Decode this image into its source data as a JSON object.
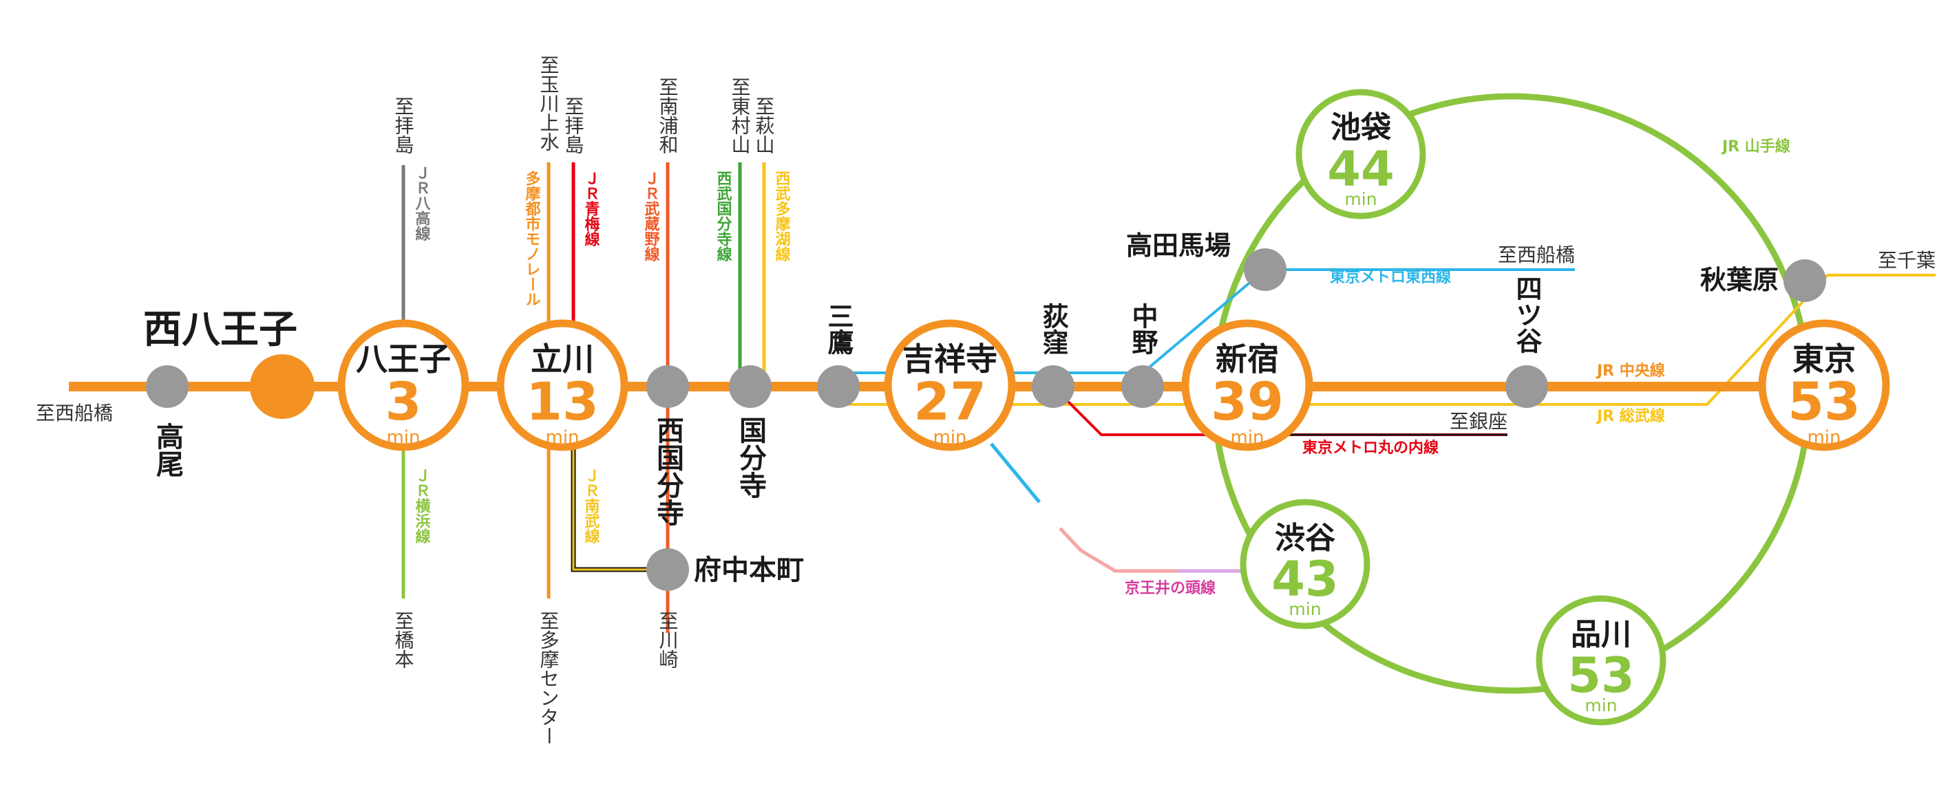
{
  "colors": {
    "chuo": "#F39222",
    "yamanote": "#8BC53F",
    "orange": "#F39222",
    "orange_text": "#E4761B",
    "gray": "#7A7A7A",
    "station_gray": "#999999",
    "ome": "#E60012",
    "musashino": "#F05A28",
    "nambu": "#F5C51A",
    "seibu_kokubunji": "#3FA535",
    "seibu_tamako": "#F7C519",
    "tozai": "#2CB6E9",
    "marunouchi": "#E60012",
    "sobu": "#F7C519",
    "inokashira": "#D63C9E",
    "yokohama": "#8BC53F",
    "hachiko": "#7A7A7A",
    "monorail": "#F39222"
  },
  "lines": {
    "chuo": "JR 中央線",
    "sobu": "JR 総武線",
    "yamanote": "JR 山手線",
    "tozai": "東京メトロ東西線",
    "marunouchi": "東京メトロ丸の内線",
    "inokashira": "京王井の頭線",
    "hachiko": "ＪＲ八高線",
    "yokohama": "ＪＲ横浜線",
    "monorail": "多摩都市モノレール",
    "ome": "ＪＲ青梅線",
    "nambu": "ＪＲ南武線",
    "musashino": "ＪＲ武蔵野線",
    "seibu_kokubunji": "西武国分寺線",
    "seibu_tamako": "西武多摩湖線"
  },
  "destinations": {
    "nishifunabashi_west": "至西船橋",
    "haijima_hachioji": "至拝島",
    "hashimoto": "至橋本",
    "tamagawajosui": "至玉川上水",
    "haijima_tachikawa": "至拝島",
    "tama_center": "至多摩センター",
    "minami_urawa": "至南浦和",
    "kawasaki": "至川崎",
    "higashimurayama": "至東村山",
    "hagiyama": "至萩山",
    "nishifunabashi_east": "至西船橋",
    "ginza": "至銀座",
    "chiba": "至千葉"
  },
  "unit": "min",
  "stations": {
    "nishihachioji": "西八王子",
    "takao": "高尾",
    "hachioji": {
      "name": "八王子",
      "minutes": "3"
    },
    "tachikawa": {
      "name": "立川",
      "minutes": "13"
    },
    "nishikokubunji": "西国分寺",
    "fuchuhonmachi": "府中本町",
    "kokubunji": "国分寺",
    "mitaka": "三鷹",
    "kichijoji": {
      "name": "吉祥寺",
      "minutes": "27"
    },
    "ogikubo": "荻窪",
    "nakano": "中野",
    "shinjuku": {
      "name": "新宿",
      "minutes": "39"
    },
    "takadanobaba": "高田馬場",
    "ikebukuro": {
      "name": "池袋",
      "minutes": "44"
    },
    "yotsuya": "四ツ谷",
    "akihabara": "秋葉原",
    "tokyo": {
      "name": "東京",
      "minutes": "53"
    },
    "shibuya": {
      "name": "渋谷",
      "minutes": "43"
    },
    "shinagawa": {
      "name": "品川",
      "minutes": "53"
    }
  }
}
